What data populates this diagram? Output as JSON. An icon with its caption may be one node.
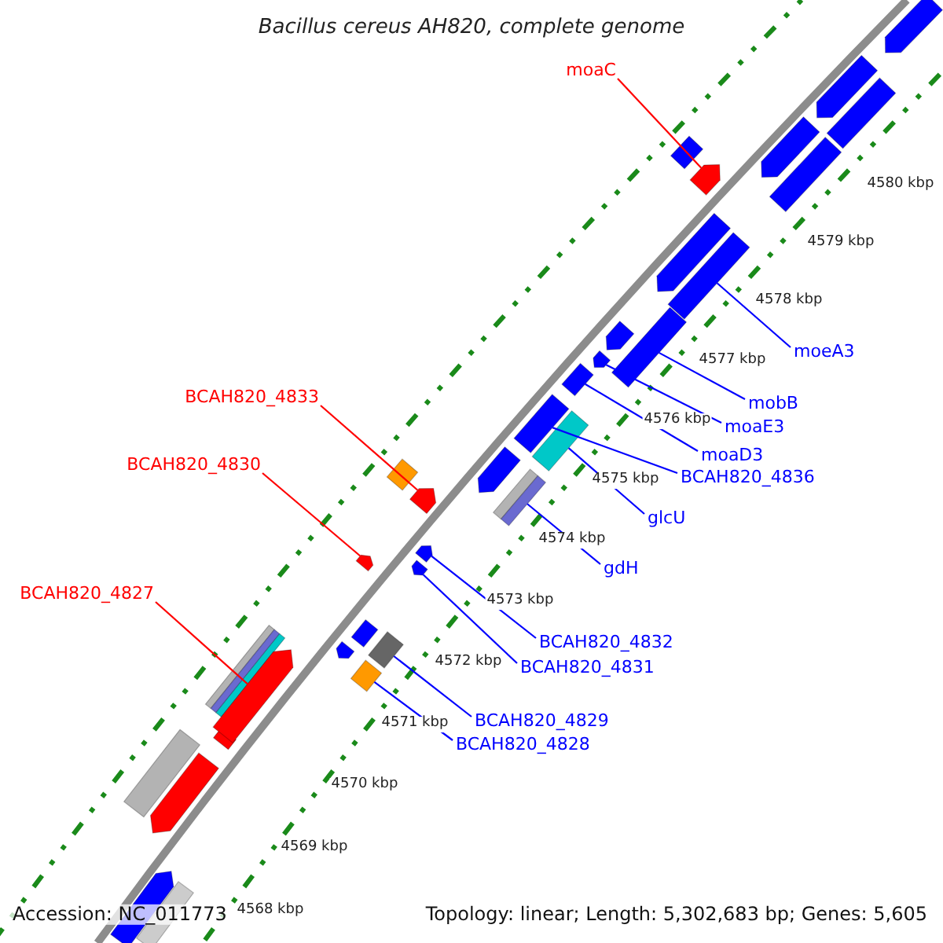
{
  "diagram": {
    "title": "Bacillus cereus AH820, complete genome",
    "nodes": [
      {
        "text": [
          "moaC"
        ]
      },
      {
        "text": [
          "moeA3"
        ]
      },
      {
        "text": [
          "mobB"
        ]
      },
      {
        "text": [
          "moaE3"
        ]
      },
      {
        "text": [
          "moaD3"
        ]
      },
      {
        "text": [
          "BCAH820_4836"
        ]
      },
      {
        "text": [
          "BCAH820_4833"
        ]
      },
      {
        "text": [
          "glcU"
        ]
      },
      {
        "text": [
          "BCAH820_4830"
        ]
      },
      {
        "text": [
          "gdH"
        ]
      },
      {
        "text": [
          "BCAH820_4827"
        ]
      },
      {
        "text": [
          "BCAH820_4832"
        ]
      },
      {
        "text": [
          "BCAH820_4831"
        ]
      },
      {
        "text": [
          "BCAH820_4829"
        ]
      },
      {
        "text": [
          "BCAH820_4828"
        ]
      },
      {
        "text": [],
        "shape": "bar"
      },
      {
        "text": [],
        "shape": "bar"
      },
      {
        "text": [],
        "shape": "bar"
      },
      {
        "text": [],
        "shape": "bar"
      },
      {
        "text": [],
        "shape": "bar"
      },
      {
        "text": [],
        "shape": "bar"
      },
      {
        "text": [],
        "shape": "bar"
      },
      {
        "text": [],
        "shape": "bar"
      },
      {
        "text": [],
        "shape": "bar"
      },
      {
        "text": [],
        "shape": "bar"
      },
      {
        "text": [],
        "shape": "bar"
      },
      {
        "text": [],
        "shape": "bar"
      },
      {
        "text": [],
        "shape": "bar"
      },
      {
        "text": [],
        "shape": "bar"
      },
      {
        "text": [],
        "shape": "bar"
      },
      {
        "text": [],
        "shape": "bar"
      },
      {
        "text": [],
        "shape": "bar"
      },
      {
        "text": [],
        "shape": "bar"
      },
      {
        "text": [],
        "shape": "bar"
      },
      {
        "text": [],
        "shape": "bar"
      },
      {
        "text": [],
        "shape": "bar"
      },
      {
        "text": [],
        "shape": "bar"
      },
      {
        "text": [],
        "shape": "bar"
      },
      {
        "text": [],
        "shape": "bar"
      },
      {
        "text": [],
        "shape": "bar"
      },
      {
        "text": [],
        "shape": "bar"
      },
      {
        "text": [],
        "shape": "bar"
      },
      {
        "text": [],
        "shape": "bar"
      },
      {
        "text": [],
        "shape": "bar"
      },
      {
        "text": [],
        "shape": "bar"
      },
      {
        "text": [],
        "shape": "bar"
      },
      {
        "text": [],
        "shape": "bar"
      },
      {
        "text": [],
        "shape": "bar"
      }
    ],
    "edges": [
      {
        "from": 0,
        "to": 15,
        "arrow": "none",
        "color": "#ff0000"
      },
      {
        "from": 1,
        "to": 16,
        "arrow": "none"
      },
      {
        "from": 2,
        "to": 17,
        "arrow": "none"
      },
      {
        "from": 3,
        "to": 18,
        "arrow": "none"
      },
      {
        "from": 4,
        "to": 19,
        "arrow": "none"
      },
      {
        "from": 5,
        "to": 20,
        "arrow": "none"
      },
      {
        "from": 6,
        "to": 21,
        "arrow": "none",
        "color": "#ff0000"
      },
      {
        "from": 7,
        "to": 22,
        "arrow": "none"
      },
      {
        "from": 8,
        "to": 23,
        "arrow": "none",
        "color": "#ff0000"
      },
      {
        "from": 9,
        "to": 24,
        "arrow": "none"
      },
      {
        "from": 10,
        "to": 25,
        "arrow": "none",
        "color": "#ff0000"
      },
      {
        "from": 11,
        "to": 26,
        "arrow": "none"
      },
      {
        "from": 12,
        "to": 27,
        "arrow": "none"
      },
      {
        "from": 13,
        "to": 28,
        "arrow": "none"
      },
      {
        "from": 14,
        "to": 29,
        "arrow": "none"
      }
    ],
    "labels": [
      "4580 kbp",
      "4579 kbp",
      "4578 kbp",
      "4577 kbp",
      "4576 kbp",
      "4575 kbp",
      "4574 kbp",
      "4573 kbp",
      "4572 kbp",
      "4571 kbp",
      "4570 kbp",
      "4569 kbp",
      "4568 kbp",
      "Accession: NC_011773",
      "Topology: linear; Length: 5,302,683 bp; Genes: 5,605"
    ]
  }
}
